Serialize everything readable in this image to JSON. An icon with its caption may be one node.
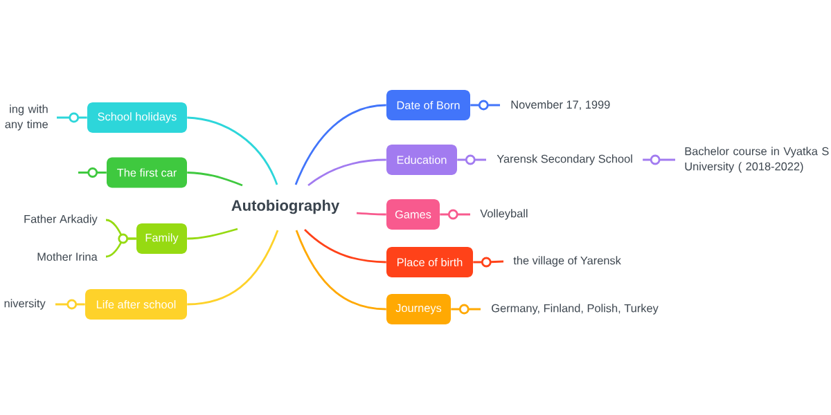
{
  "diagram": {
    "nodes": [
      {
        "text": [
          "Autobiography"
        ]
      },
      {
        "text": [
          "School holidays"
        ]
      },
      {
        "text": [
          "ing with any time"
        ]
      },
      {
        "text": [
          "The first car"
        ]
      },
      {
        "text": [
          "Family"
        ]
      },
      {
        "text": [
          "Father Arkadiy"
        ]
      },
      {
        "text": [
          "Mother Irina"
        ]
      },
      {
        "text": [
          "Life after school"
        ]
      },
      {
        "text": [
          "niversity"
        ]
      },
      {
        "text": [
          "Date of Born"
        ]
      },
      {
        "text": [
          "November 17, 1999"
        ]
      },
      {
        "text": [
          "Education"
        ]
      },
      {
        "text": [
          "Yarensk Secondary School"
        ]
      },
      {
        "text": [
          "Bachelor course in Vyatka S University ( 2018-2022)"
        ]
      },
      {
        "text": [
          "Games"
        ]
      },
      {
        "text": [
          "Volleyball"
        ]
      },
      {
        "text": [
          "Place of birth"
        ]
      },
      {
        "text": [
          "the village of Yarensk"
        ]
      },
      {
        "text": [
          "Journeys"
        ]
      },
      {
        "text": [
          "Germany, Finland, Polish, Turkey"
        ]
      }
    ],
    "edges": [
      {
        "from": 0,
        "to": 1,
        "arrow": "none",
        "color": "#2dd6da"
      },
      {
        "from": 0,
        "to": 3,
        "arrow": "none",
        "color": "#3fc93f"
      },
      {
        "from": 0,
        "to": 4,
        "arrow": "none",
        "color": "#96da12"
      },
      {
        "from": 0,
        "to": 7,
        "arrow": "none",
        "color": "#fed22a"
      },
      {
        "from": 0,
        "to": 9,
        "arrow": "none",
        "color": "#4275fa"
      },
      {
        "from": 0,
        "to": 11,
        "arrow": "none",
        "color": "#a27bf0"
      },
      {
        "from": 0,
        "to": 14,
        "arrow": "none",
        "color": "#f85a8e"
      },
      {
        "from": 0,
        "to": 16,
        "arrow": "none",
        "color": "#ff4219"
      },
      {
        "from": 0,
        "to": 18,
        "arrow": "none",
        "color": "#ffa903"
      },
      {
        "from": 1,
        "to": 2,
        "arrow": "none",
        "color": "#2dd6da"
      },
      {
        "from": 3,
        "to": null,
        "arrow": "none",
        "color": "#3fc93f"
      },
      {
        "from": 4,
        "to": 5,
        "arrow": "none",
        "color": "#96da12"
      },
      {
        "from": 4,
        "to": 6,
        "arrow": "none",
        "color": "#96da12"
      },
      {
        "from": 7,
        "to": 8,
        "arrow": "none",
        "color": "#fed22a"
      },
      {
        "from": 9,
        "to": 10,
        "arrow": "none",
        "color": "#4275fa"
      },
      {
        "from": 11,
        "to": 12,
        "arrow": "none",
        "color": "#a27bf0"
      },
      {
        "from": 12,
        "to": 13,
        "arrow": "none",
        "color": "#a27bf0"
      },
      {
        "from": 14,
        "to": 15,
        "arrow": "none",
        "color": "#f85a8e"
      },
      {
        "from": 16,
        "to": 17,
        "arrow": "none",
        "color": "#ff4219"
      },
      {
        "from": 18,
        "to": 19,
        "arrow": "none",
        "color": "#ffa903"
      }
    ]
  }
}
